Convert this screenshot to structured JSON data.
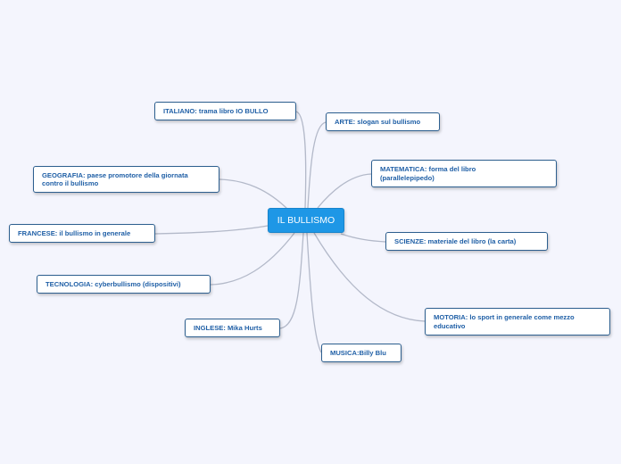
{
  "central": {
    "label": "IL BULLISMO"
  },
  "topics": [
    {
      "id": "italiano",
      "label": "ITALIANO: trama libro IO BULLO"
    },
    {
      "id": "geografia",
      "label": "GEOGRAFIA: paese promotore della giornata contro il bullismo"
    },
    {
      "id": "francese",
      "label": "FRANCESE: il bullismo in generale"
    },
    {
      "id": "tecnologia",
      "label": "TECNOLOGIA: cyberbullismo (dispositivi)"
    },
    {
      "id": "inglese",
      "label": "INGLESE: Mika Hurts"
    },
    {
      "id": "arte",
      "label": "ARTE: slogan sul bullismo"
    },
    {
      "id": "matematica",
      "label": "MATEMATICA: forma del libro (parallelepipedo)"
    },
    {
      "id": "scienze",
      "label": "SCIENZE: materiale del libro (la carta)"
    },
    {
      "id": "motoria",
      "label": "MOTORIA: lo sport in generale come mezzo educativo"
    },
    {
      "id": "musica",
      "label": "MUSICA:Billy Blu"
    }
  ],
  "colors": {
    "background": "#f4f5fd",
    "central_fill": "#1e97e6",
    "topic_text": "#1f5fa6",
    "topic_border": "#2d5f8f",
    "connector": "#b3b9c9"
  }
}
